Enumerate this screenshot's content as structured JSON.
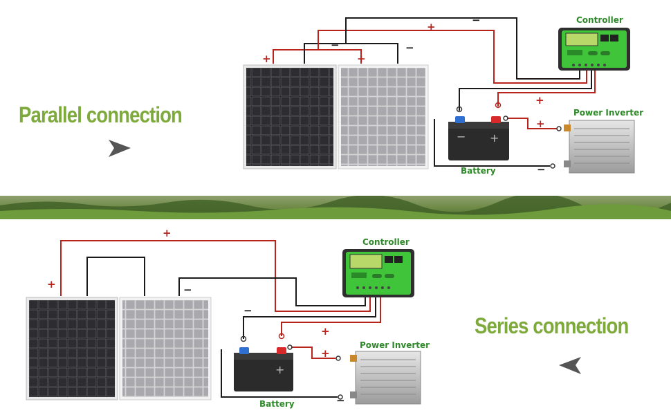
{
  "top": {
    "title": "Parallel connection",
    "controller_label": "Controller",
    "inverter_label": "Power Inverter",
    "battery_label": "Battery",
    "signs": {
      "plus": "+",
      "minus": "−"
    }
  },
  "bottom": {
    "title": "Series connection",
    "controller_label": "Controller",
    "inverter_label": "Power Inverter",
    "battery_label": "Battery",
    "signs": {
      "plus": "+",
      "minus": "−"
    }
  },
  "colors": {
    "title_green": "#7eaa3c",
    "wire_red": "#b8231c",
    "wire_black": "#1a1a1a",
    "controller_green": "#3fc43a",
    "label_green": "#2f8a2a",
    "battery_body": "#2b2b2b"
  }
}
